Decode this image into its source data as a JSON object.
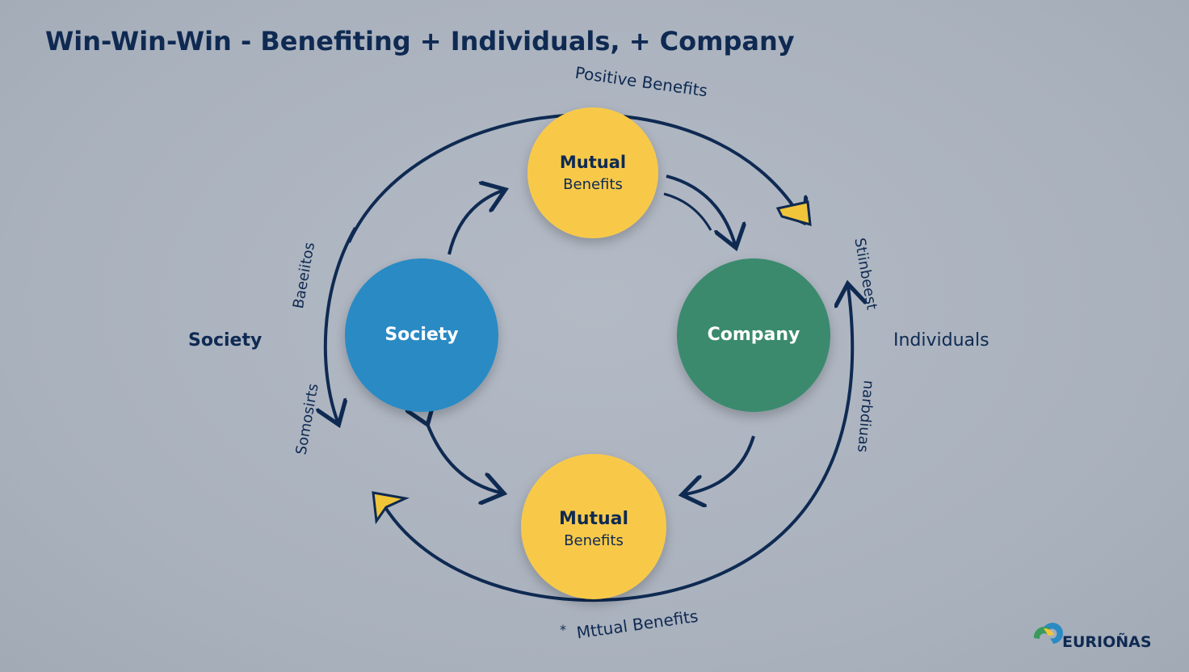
{
  "title": "Win-Win-Win - Benefiting + Individuals, + Company",
  "top_arc_label": "Positive Benefits",
  "bottom_arc_label": "Mttual Benefits",
  "bottom_arc_marker": "*",
  "left_label": "Society",
  "right_label": "Individuals",
  "left_rotated_labels": [
    "Baeeiitos",
    "Somosirts"
  ],
  "right_rotated_labels": [
    "Stiinbeest",
    "narbdiuas"
  ],
  "nodes": {
    "top": {
      "title": "Mutual",
      "subtitle": "Benefits"
    },
    "left": {
      "title": "Society"
    },
    "right": {
      "title": "Company"
    },
    "bottom": {
      "title": "Mutual",
      "subtitle": "Benefits"
    }
  },
  "logo": {
    "text": "EURIOÑAS"
  },
  "colors": {
    "yellow": "#f8c94a",
    "blue": "#2a8ac4",
    "green": "#3a8a6e",
    "navy": "#0f2a52",
    "background": "#abb3bf"
  }
}
